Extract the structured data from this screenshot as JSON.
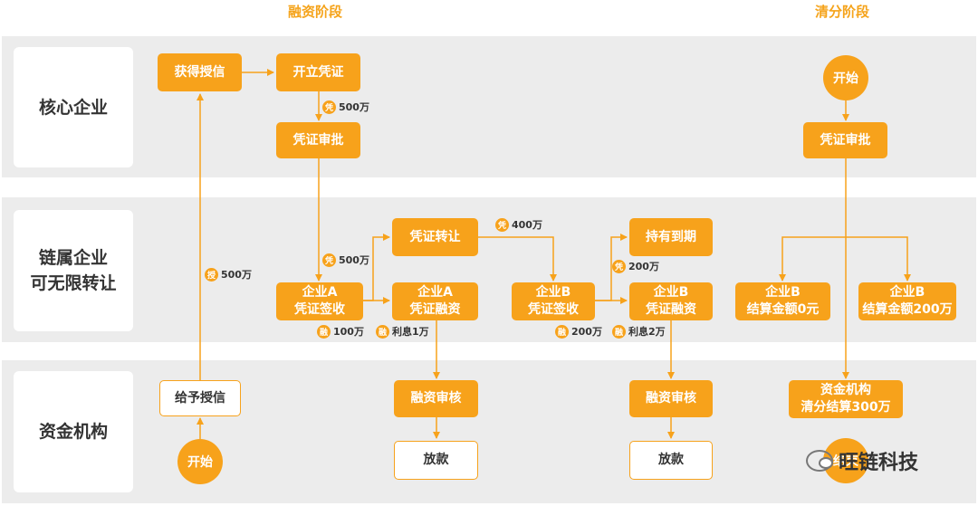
{
  "phases": {
    "financing": "融资阶段",
    "clearing": "清分阶段"
  },
  "lanes": {
    "core": "核心企业",
    "chain": "链属企业\n可无限转让",
    "funder": "资金机构"
  },
  "nodes": {
    "get_credit": "获得授信",
    "issue_voucher": "开立凭证",
    "approve_voucher": "凭证审批",
    "transfer_voucher": "凭证转让",
    "hold_maturity": "持有到期",
    "a_sign": "企业A\n凭证签收",
    "a_finance": "企业A\n凭证融资",
    "b_sign": "企业B\n凭证签收",
    "b_finance": "企业B\n凭证融资",
    "grant_credit": "给予授信",
    "review_a": "融资审核",
    "review_b": "融资审核",
    "loan_a": "放款",
    "loan_b": "放款",
    "start_funder": "开始",
    "clear_start": "开始",
    "clear_approve": "凭证审批",
    "b_settle_0": "企业B\n结算金额0元",
    "b_settle_200": "企业B\n结算金额200万",
    "funder_clear": "资金机构\n清分结算300万",
    "clear_end": "结束"
  },
  "tags": {
    "t1": {
      "badge": "凭",
      "amount": "500万"
    },
    "t2": {
      "badge": "凭",
      "amount": "500万"
    },
    "t3": {
      "badge": "授",
      "amount": "500万"
    },
    "t4": {
      "badge": "凭",
      "amount": "400万"
    },
    "t5": {
      "badge": "凭",
      "amount": "200万"
    },
    "t6": {
      "badge": "融",
      "amount": "100万"
    },
    "t7": {
      "badge": "融",
      "amount": "利息1万"
    },
    "t8": {
      "badge": "融",
      "amount": "200万"
    },
    "t9": {
      "badge": "融",
      "amount": "利息2万"
    }
  },
  "watermark": "旺链科技",
  "colors": {
    "accent": "#f7a21b",
    "lane_bg": "#ececec",
    "phase_text": "#f5a31a"
  }
}
